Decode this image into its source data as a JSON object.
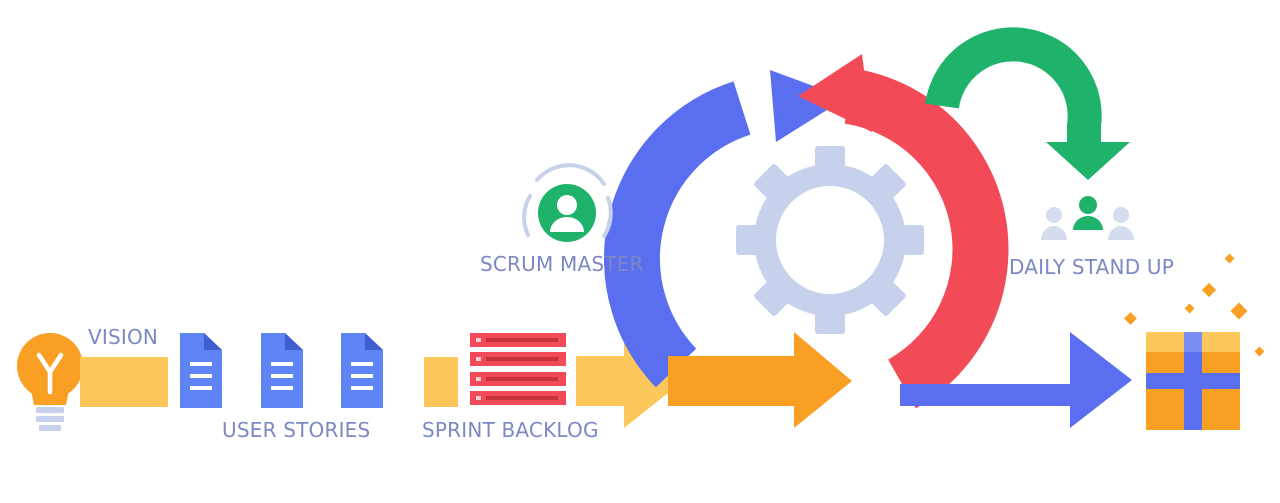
{
  "labels": {
    "vision": "VISION",
    "user_stories": "USER STORIES",
    "sprint_backlog": "SPRINT BACKLOG",
    "scrum_master": "SCRUM MASTER",
    "daily_stand_up": "DAILY STAND UP"
  },
  "colors": {
    "yellow": "#fcc85b",
    "orange": "#f9a024",
    "blue_doc": "#5f84f6",
    "blue_cycle": "#5a6ff0",
    "red": "#f24b57",
    "green": "#1fb26b",
    "gear": "#c8d1ec",
    "label": "#7b88c4"
  },
  "icons": [
    "lightbulb-icon",
    "document-icon",
    "backlog-list-icon",
    "scrum-master-avatar-icon",
    "gear-icon",
    "team-icon",
    "gift-box-icon"
  ]
}
